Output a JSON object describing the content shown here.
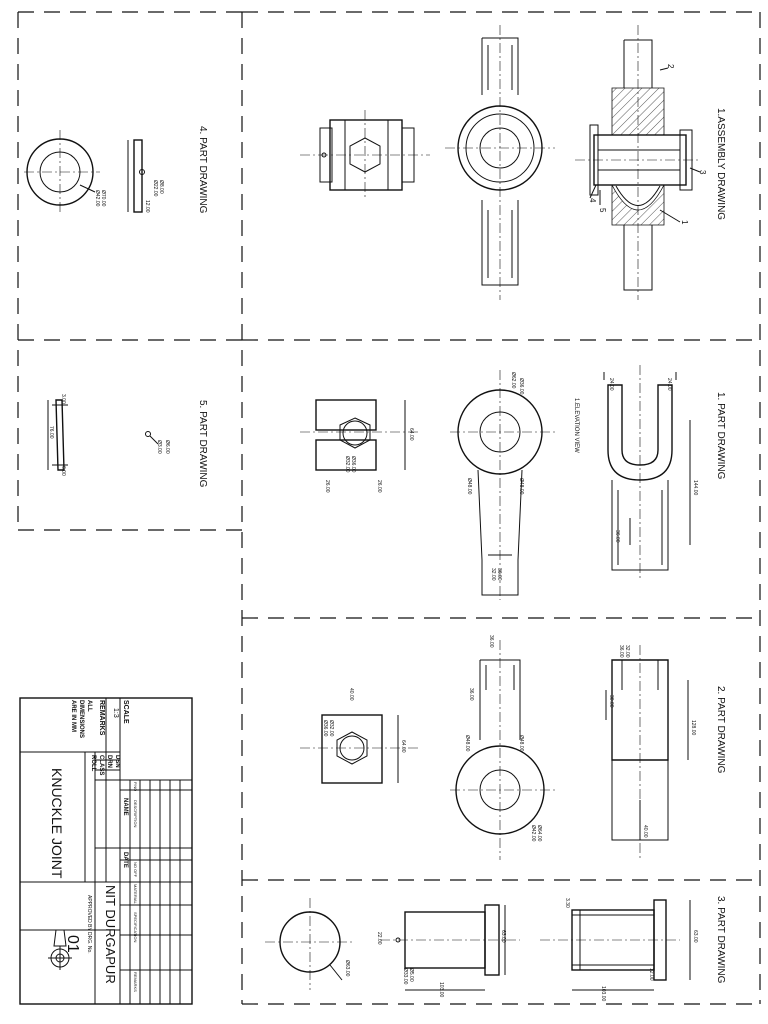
{
  "panels": {
    "assembly_title": "1.ASSEMBLY DRAWING",
    "part1_title": "1. PART DRAWING",
    "part2_title": "2. PART DRAWING",
    "part3_title": "3. PART DRAWING",
    "part4_title": "4. PART DRAWING",
    "part5_title": "5. PART DRAWING",
    "elevation_view": "1.ELEVATION VIEW"
  },
  "balloons": [
    "1",
    "2",
    "3",
    "4",
    "5"
  ],
  "dims": {
    "p1_a": "24.00",
    "p1_b": "24.00",
    "p1_c": "144.00",
    "p1_d": "36.00",
    "p1_e": "Ø36.00",
    "p1_f": "Ø62.00",
    "p1_g": "Ø48.00",
    "p1_h": "Ø48.00",
    "p1_i": "36.00",
    "p1_j": "32.00",
    "p1_k": "64.00",
    "p1_l": "26.00",
    "p1_m": "26.00",
    "p1_n": "Ø36.00",
    "p1_o": "Ø32.00",
    "p2_a": "36.00",
    "p2_b": "32.00",
    "p2_c": "30.00",
    "p2_d": "128.00",
    "p2_e": "40.00",
    "p2_f": "36.00",
    "p2_g": "Ø48.00",
    "p2_h": "Ø48.00",
    "p2_i": "36.00",
    "p2_j": "Ø64.00",
    "p2_k": "Ø42.00",
    "p2_l": "40.00",
    "p2_m": "64.00",
    "p2_n": "Ø32.00",
    "p2_o": "Ø36.00",
    "p3_a": "63.00",
    "p3_b": "3.30",
    "p3_c": "103.00",
    "p3_d": "12.00",
    "p3_e": "63.00",
    "p3_f": "22.00",
    "p3_g": "Ø5.00",
    "p3_h": "Ø33.00",
    "p3_i": "103.00",
    "p3_j": "Ø63.00",
    "p4_a": "Ø8.00",
    "p4_b": "Ø22.00",
    "p4_c": "Ø70.00",
    "p4_d": "Ø42.00",
    "p4_e": "12.00",
    "p5_a": "3.00",
    "p5_b": "76.00",
    "p5_c": "6.00",
    "p5_d": "Ø6.00",
    "p5_e": "Ø3.00"
  },
  "title_block": {
    "scale_label": "SCALE",
    "scale_value": "1:3",
    "remarks_label": "REMARKS",
    "remarks_lines": [
      "ALL",
      "DIMENSIONS",
      "ARE IN MM"
    ],
    "dsn_label": "DSN",
    "drn_label": "DRN",
    "class_label": "CLASS",
    "roll_label": "ROLL",
    "name_label": "NAME",
    "date_label": "DATE",
    "no_off_label": "NO OFF",
    "material_label": "MATERIAL",
    "specification_label": "SPECIFICATION",
    "remarks_col_label": "REMARKS",
    "pno_label": "P.NO",
    "description_label": "DESCRIPTION",
    "title": "KNUCKLE JOINT",
    "institute": "NIT DURGAPUR",
    "approved_by": "APPROVED BY",
    "drg_no_label": "DRG. No.",
    "drg_no": "01"
  }
}
